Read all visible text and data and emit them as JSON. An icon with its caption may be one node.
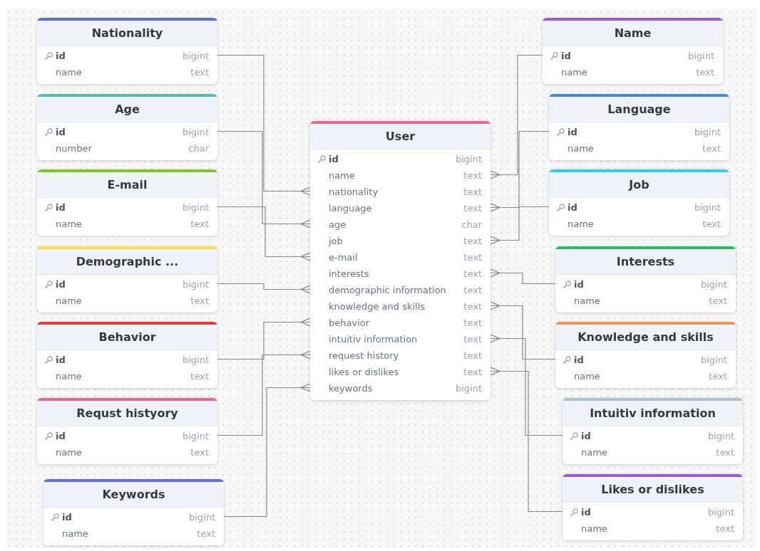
{
  "diagram": {
    "nodes": [
      {
        "text": [
          "User",
          "id",
          "bigint",
          "name",
          "text",
          "nationality",
          "text",
          "language",
          "text",
          "age",
          "char",
          "job",
          "text",
          "e-mail",
          "text",
          "interests",
          "text",
          "demographic information",
          "text",
          "knowledge and skills",
          "text",
          "behavior",
          "text",
          "intuitiv information",
          "text",
          "request history",
          "text",
          "likes or dislikes",
          "text",
          "keywords",
          "bigint"
        ]
      },
      {
        "text": [
          "Nationality",
          "id",
          "bigint",
          "name",
          "text"
        ]
      },
      {
        "text": [
          "Age",
          "id",
          "bigint",
          "number",
          "char"
        ]
      },
      {
        "text": [
          "E-mail",
          "id",
          "bigint",
          "name",
          "text"
        ]
      },
      {
        "text": [
          "Demographic ...",
          "id",
          "bigint",
          "name",
          "text"
        ]
      },
      {
        "text": [
          "Behavior",
          "id",
          "bigint",
          "name",
          "text"
        ]
      },
      {
        "text": [
          "Requst histyory",
          "id",
          "bigint",
          "name",
          "text"
        ]
      },
      {
        "text": [
          "Keywords",
          "id",
          "bigint",
          "name",
          "text"
        ]
      },
      {
        "text": [
          "Name",
          "id",
          "bigint",
          "name",
          "text"
        ]
      },
      {
        "text": [
          "Language",
          "id",
          "bigint",
          "name",
          "text"
        ]
      },
      {
        "text": [
          "Job",
          "id",
          "bigint",
          "name",
          "text"
        ]
      },
      {
        "text": [
          "Interests",
          "id",
          "bigint",
          "name",
          "text"
        ]
      },
      {
        "text": [
          "Knowledge and skills",
          "id",
          "bigint",
          "name",
          "text"
        ]
      },
      {
        "text": [
          "Intuitiv information",
          "id",
          "bigint",
          "name",
          "text"
        ]
      },
      {
        "text": [
          "Likes or dislikes",
          "id",
          "bigint",
          "name",
          "text"
        ]
      }
    ],
    "edges": [
      {
        "from": 1,
        "to": 0,
        "arrow": "other"
      },
      {
        "from": 2,
        "to": 0,
        "arrow": "other"
      },
      {
        "from": 3,
        "to": 0,
        "arrow": "other"
      },
      {
        "from": 4,
        "to": 0,
        "arrow": "other"
      },
      {
        "from": 5,
        "to": 0,
        "arrow": "other"
      },
      {
        "from": 6,
        "to": 0,
        "arrow": "other"
      },
      {
        "from": 7,
        "to": 0,
        "arrow": "other"
      },
      {
        "from": 8,
        "to": 0,
        "arrow": "other"
      },
      {
        "from": 9,
        "to": 0,
        "arrow": "other"
      },
      {
        "from": 10,
        "to": 0,
        "arrow": "other"
      },
      {
        "from": 11,
        "to": 0,
        "arrow": "other"
      },
      {
        "from": 12,
        "to": 0,
        "arrow": "other"
      },
      {
        "from": 13,
        "to": 0,
        "arrow": "other"
      },
      {
        "from": 14,
        "to": 0,
        "arrow": "other"
      }
    ]
  }
}
